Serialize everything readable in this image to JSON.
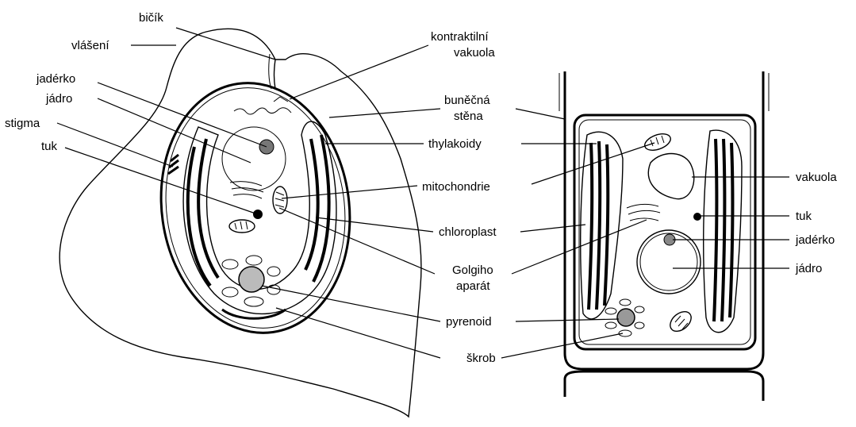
{
  "labels": {
    "bicik": "bičík",
    "vlaseni": "vlášení",
    "jaderko_left": "jadérko",
    "jadro_left": "jádro",
    "stigma": "stigma",
    "tuk_left": "tuk",
    "kontraktilni_1": "kontraktilní",
    "kontraktilni_2": "vakuola",
    "bunecna_1": "buněčná",
    "bunecna_2": "stěna",
    "thylakoidy": "thylakoidy",
    "mitochondrie": "mitochondrie",
    "chloroplast": "chloroplast",
    "golgi_1": "Golgiho",
    "golgi_2": "aparát",
    "pyrenoid": "pyrenoid",
    "skrob": "škrob",
    "vakuola_right": "vakuola",
    "tuk_right": "tuk",
    "jaderko_right": "jadérko",
    "jadro_right": "jádro"
  }
}
